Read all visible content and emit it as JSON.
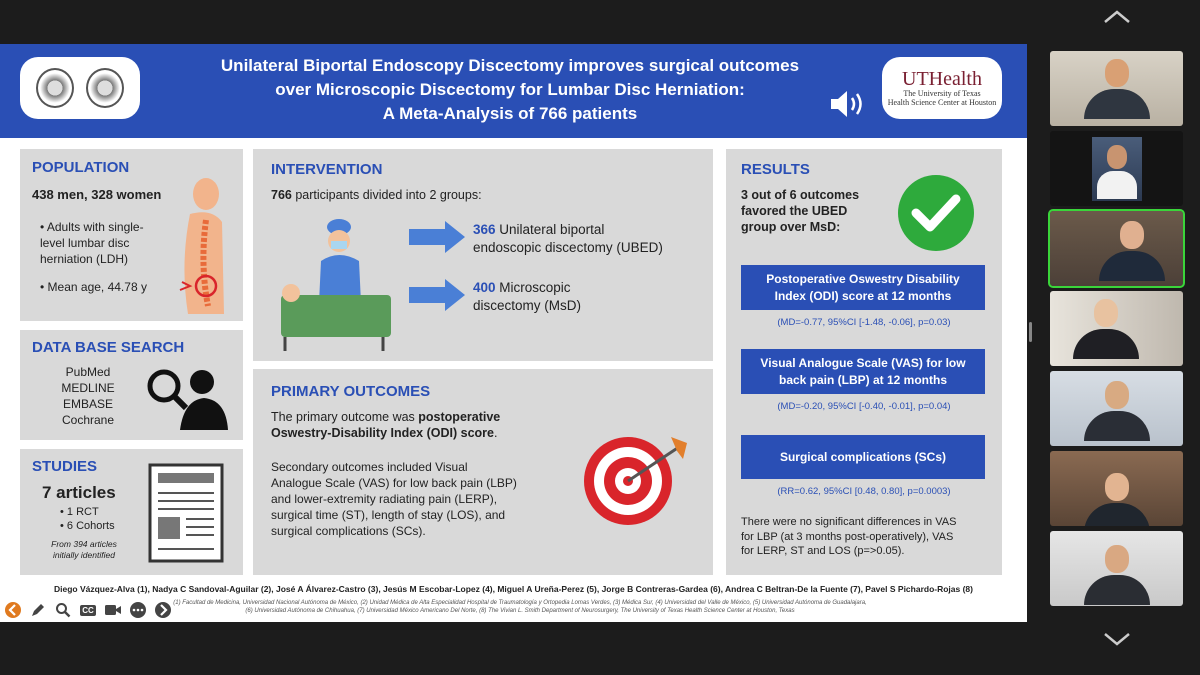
{
  "slide": {
    "title_lines": [
      "Unilateral Biportal Endoscopy Discectomy improves surgical outcomes",
      "over Microscopic Discectomy for Lumbar Disc Herniation:",
      "A Meta-Analysis of 766 patients"
    ],
    "logo_right": {
      "name": "UTHealth",
      "sub1": "The University of Texas",
      "sub2": "Health Science Center at Houston"
    },
    "population": {
      "title": "POPULATION",
      "headline": "438 men, 328 women",
      "bullets": [
        "Adults with single-level lumbar disc herniation (LDH)",
        "Mean age, 44.78 y"
      ]
    },
    "database": {
      "title": "DATA BASE SEARCH",
      "items": [
        "PubMed",
        "MEDLINE",
        "EMBASE",
        "Cochrane"
      ]
    },
    "studies": {
      "title": "STUDIES",
      "headline": "7 articles",
      "bullets": [
        "1 RCT",
        "6 Cohorts"
      ],
      "note_lines": [
        "From 394 articles",
        "initially identified"
      ]
    },
    "intervention": {
      "title": "INTERVENTION",
      "intro_bold": "766",
      "intro_rest": " participants divided into 2 groups:",
      "group1_num": "366",
      "group1_line1": " Unilateral biportal",
      "group1_line2": "endoscopic discectomy (UBED)",
      "group2_num": "400",
      "group2_line1": " Microscopic",
      "group2_line2": "discectomy (MsD)"
    },
    "primary": {
      "title": "PRIMARY OUTCOMES",
      "line1_plain": "The primary outcome was ",
      "line1_bold": "postoperative",
      "line2_bold": "Oswestry-Disability Index (ODI) score",
      "line2_plain": ".",
      "secondary_lines": [
        "Secondary outcomes included Visual",
        "Analogue Scale (VAS) for low back pain (LBP)",
        "and lower-extremity radiating pain (LERP),",
        "surgical time (ST), length of stay (LOS), and",
        "surgical complications (SCs)."
      ]
    },
    "results": {
      "title": "RESULTS",
      "summary_lines": [
        "3 out of 6 outcomes",
        "favored the UBED",
        "group over MsD:"
      ],
      "outcomes": [
        {
          "label_lines": [
            "Postoperative Oswestry Disability",
            "Index (ODI) score at 12 months"
          ],
          "stat": "(MD=-0.77, 95%CI [-1.48, -0.06], p=0.03)"
        },
        {
          "label_lines": [
            "Visual Analogue Scale (VAS) for low",
            "back pain (LBP) at 12 months"
          ],
          "stat": "(MD=-0.20, 95%CI [-0.40, -0.01], p=0.04)"
        },
        {
          "label_lines": [
            "Surgical complications (SCs)"
          ],
          "stat": "(RR=0.62, 95%CI [0.48, 0.80], p=0.0003)"
        }
      ],
      "footer_lines": [
        "There were no significant differences in VAS",
        "for LBP (at 3 months post-operatively), VAS",
        "for LERP, ST and LOS (p=>0.05)."
      ]
    },
    "authors": "Diego Vázquez-Alva (1), Nadya C Sandoval-Aguilar (2), José A Álvarez-Castro (3), Jesús M Escobar-Lopez (4), Miguel A Ureña-Perez (5), Jorge B Contreras-Gardea (6), Andrea C Beltran-De la Fuente (7), Pavel S Pichardo-Rojas (8)",
    "affiliations_1": "(1) Facultad de Medicina, Universidad Nacional Autónoma de México, (2) Unidad Médica de Alta Especialidad Hospital de Traumatología y Ortopedia Lomas Verdes, (3) Médica Sur, (4) Universidad del Valle de México, (5) Universidad Autónoma de Guadalajara,",
    "affiliations_2": "(6) Universidad Autónoma de Chihuahua, (7) Universidad México Americano Del Norte, (8) The Vivian L. Smith Department of Neurosurgery, The University of Texas Health Science Center at Houston, Texas"
  },
  "toolbar": {
    "cc_label": "CC"
  },
  "colors": {
    "slide_blue": "#2a4fb5",
    "highlight": "#3ad53a",
    "check_green": "#2eaa3c"
  }
}
